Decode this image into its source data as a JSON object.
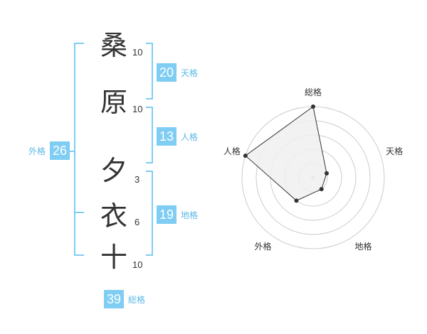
{
  "name": {
    "chars": [
      {
        "char": "桑",
        "strokes": "10"
      },
      {
        "char": "原",
        "strokes": "10"
      },
      {
        "char": "夕",
        "strokes": "3"
      },
      {
        "char": "衣",
        "strokes": "6"
      },
      {
        "char": "十",
        "strokes": "10"
      }
    ]
  },
  "fortune": {
    "tenkaku": {
      "value": "20",
      "label": "天格"
    },
    "jinkaku": {
      "value": "13",
      "label": "人格"
    },
    "chikaku": {
      "value": "19",
      "label": "地格"
    },
    "gaikaku": {
      "value": "26",
      "label": "外格"
    },
    "soukaku": {
      "value": "39",
      "label": "総格"
    }
  },
  "chart_data": {
    "type": "radar",
    "axes": [
      "総格",
      "天格",
      "地格",
      "外格",
      "人格"
    ],
    "values": [
      5,
      1,
      1,
      2,
      5
    ],
    "rmax": 5,
    "rings": 5,
    "grid": true,
    "colors": {
      "fill": "#f0f0f0",
      "line": "#333333",
      "ring": "#cccccc",
      "point": "#333333"
    }
  }
}
